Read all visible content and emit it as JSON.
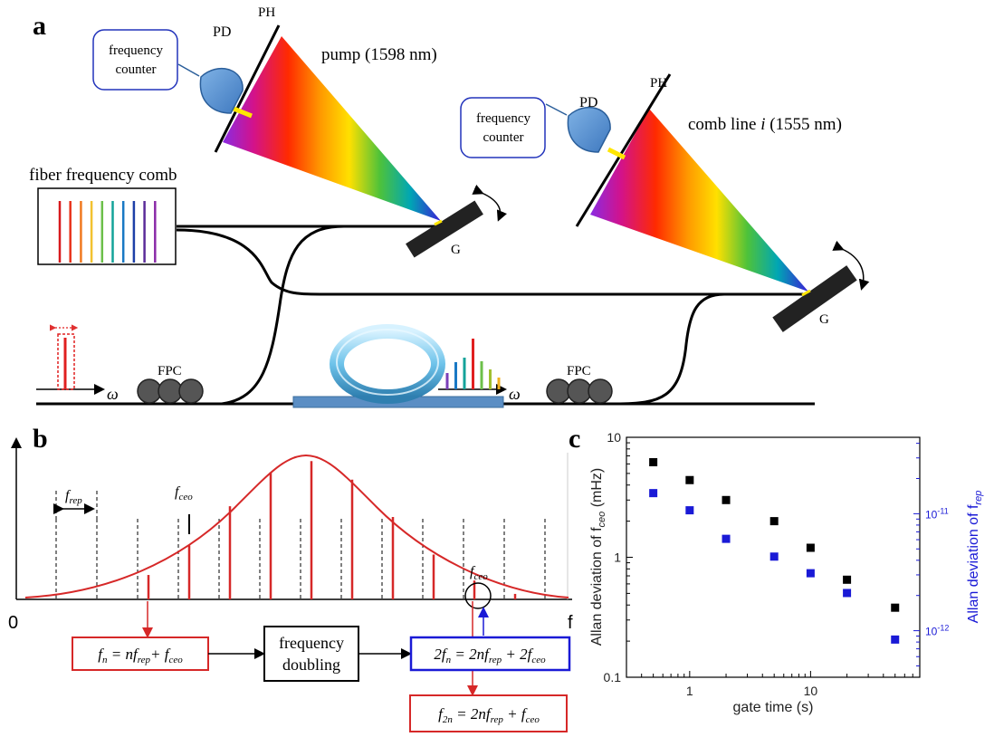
{
  "panel_a": {
    "label": "a",
    "counter1": {
      "line1": "frequency",
      "line2": "counter"
    },
    "counter2": {
      "line1": "frequency",
      "line2": "counter"
    },
    "pd1": "PD",
    "pd2": "PD",
    "ph1": "PH",
    "ph2": "PH",
    "pump_label": "pump (1598 nm)",
    "comb_line_prefix": "comb line ",
    "comb_line_i": "i",
    "comb_line_suffix": " (1555 nm)",
    "fiber_comb_label": "fiber frequency comb",
    "grating1": "G",
    "grating2": "G",
    "fpc1": "FPC",
    "fpc2": "FPC",
    "omega1": "ω",
    "omega2": "ω",
    "comb_colors": [
      "#d7191c",
      "#e8331a",
      "#f07a20",
      "#f2c230",
      "#6cc04a",
      "#14a39a",
      "#1a79c4",
      "#1d3fa8",
      "#5b2c9a",
      "#8a2ba8"
    ]
  },
  "panel_b": {
    "label": "b",
    "zero": "0",
    "f_axis": "f",
    "f_rep": {
      "main": "f",
      "sub": "rep"
    },
    "f_ceo_top": {
      "main": "f",
      "sub": "ceo"
    },
    "f_ceo_right": {
      "main": "f",
      "sub": "ceo"
    },
    "box_fn": {
      "a": "f",
      "a_sub": "n",
      "b": " = ",
      "c": "nf",
      "c_sub": "rep",
      "d": "+ ",
      "e": "f",
      "e_sub": "ceo"
    },
    "box_doubling": {
      "line1": "frequency",
      "line2": "doubling"
    },
    "box_2fn": {
      "a": "2f",
      "a_sub": "n",
      "b": " = 2nf",
      "b_sub": "rep",
      "c": " + 2f",
      "c_sub": "ceo"
    },
    "box_f2n": {
      "a": "f",
      "a_sub": "2n",
      "b": " = 2nf",
      "b_sub": "rep",
      "c": " + f",
      "c_sub": "ceo"
    },
    "colors": {
      "red": "#d62828",
      "blue": "#1a1ad6"
    }
  },
  "panel_c": {
    "label": "c",
    "chart_data": {
      "type": "scatter",
      "xlabel": "gate time (s)",
      "x_scale": "log",
      "xlim": [
        0.3,
        80
      ],
      "x_ticks": [
        "1",
        "10"
      ],
      "y_left": {
        "label_prefix": "Allan deviation of f",
        "label_sub": "ceo",
        "label_suffix": " (mHz)",
        "scale": "log",
        "lim": [
          0.1,
          10
        ],
        "ticks": [
          "0.1",
          "1",
          "10"
        ]
      },
      "y_right": {
        "label_prefix": "Allan deviation of f",
        "label_sub": "rep",
        "scale": "log",
        "lim": [
          4e-13,
          4.5e-11
        ],
        "ticks": [
          "10-12",
          "10-11"
        ]
      },
      "series": [
        {
          "axis": "left",
          "color": "#000000",
          "x": [
            0.5,
            1,
            2,
            5,
            10,
            20,
            50
          ],
          "y": [
            6.2,
            4.4,
            3.0,
            2.0,
            1.2,
            0.65,
            0.38
          ]
        },
        {
          "axis": "right",
          "color": "#1a1ad6",
          "x": [
            0.5,
            1,
            2,
            5,
            10,
            20,
            50
          ],
          "y": [
            1.5e-11,
            1.07e-11,
            6.1e-12,
            4.3e-12,
            3.1e-12,
            2.1e-12,
            8.4e-13
          ]
        }
      ]
    }
  }
}
